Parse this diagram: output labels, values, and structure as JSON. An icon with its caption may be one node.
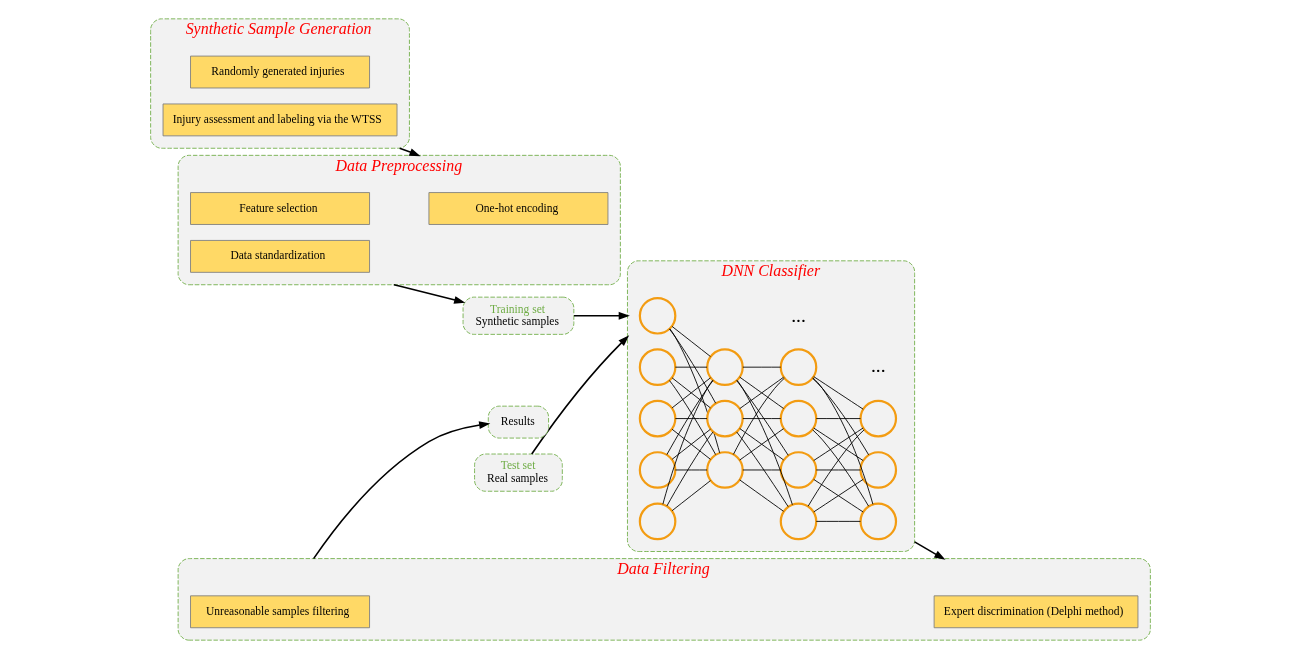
{
  "diagram": {
    "nodes": [
      {
        "text": [
          "Synthetic Sample Generation"
        ]
      },
      {
        "text": [
          "Randomly generated injuries"
        ],
        "in": 0
      },
      {
        "text": [
          "Injury assessment and labeling via the WTSS"
        ],
        "in": 0
      },
      {
        "text": [
          "Data Preprocessing"
        ]
      },
      {
        "text": [
          "One-hot encoding"
        ],
        "in": 3
      },
      {
        "text": [
          "Feature selection"
        ],
        "in": 3
      },
      {
        "text": [
          "Data standardization"
        ],
        "in": 3
      },
      {
        "text": [
          "Test set",
          "Real samples"
        ]
      },
      {
        "text": [
          "Training set",
          "Synthetic samples"
        ]
      },
      {
        "text": [
          "DNN Classifier"
        ]
      },
      {
        "text": [],
        "shape": "circle",
        "in": 9
      },
      {
        "text": [],
        "shape": "circle",
        "in": 9
      },
      {
        "text": [],
        "shape": "circle",
        "in": 9
      },
      {
        "text": [],
        "shape": "circle",
        "in": 9
      },
      {
        "text": [],
        "shape": "circle",
        "in": 9
      },
      {
        "text": [],
        "shape": "circle",
        "in": 9
      },
      {
        "text": [],
        "shape": "circle",
        "in": 9
      },
      {
        "text": [],
        "shape": "circle",
        "in": 9
      },
      {
        "text": [],
        "shape": "circle",
        "in": 9
      },
      {
        "text": [],
        "shape": "circle",
        "in": 9
      },
      {
        "text": [],
        "shape": "circle",
        "in": 9
      },
      {
        "text": [],
        "shape": "circle",
        "in": 9
      },
      {
        "text": [],
        "shape": "circle",
        "in": 9
      },
      {
        "text": [],
        "shape": "circle",
        "in": 9
      },
      {
        "text": [],
        "shape": "circle",
        "in": 9
      },
      {
        "text": [
          "Data Filtering"
        ]
      },
      {
        "text": [
          "Expert discrimination (Delphi method)"
        ],
        "in": 25
      },
      {
        "text": [
          "Unreasonable samples filtering"
        ],
        "in": 25
      },
      {
        "text": [
          "Results"
        ]
      }
    ],
    "edges": [
      {
        "from": 0,
        "to": 3,
        "arrow": "to"
      },
      {
        "from": 3,
        "to": 8,
        "arrow": "to"
      },
      {
        "from": 7,
        "to": 9,
        "arrow": "to"
      },
      {
        "from": 8,
        "to": 9,
        "arrow": "to"
      },
      {
        "from": 9,
        "to": 25,
        "arrow": "to"
      },
      {
        "from": 25,
        "to": 28,
        "arrow": "to"
      },
      {
        "from": 10,
        "to": 15,
        "arrow": "none"
      },
      {
        "from": 10,
        "to": 16,
        "arrow": "none"
      },
      {
        "from": 10,
        "to": 17,
        "arrow": "none"
      },
      {
        "from": 11,
        "to": 15,
        "arrow": "none"
      },
      {
        "from": 11,
        "to": 16,
        "arrow": "none"
      },
      {
        "from": 11,
        "to": 17,
        "arrow": "none"
      },
      {
        "from": 12,
        "to": 15,
        "arrow": "none"
      },
      {
        "from": 12,
        "to": 16,
        "arrow": "none"
      },
      {
        "from": 12,
        "to": 17,
        "arrow": "none"
      },
      {
        "from": 13,
        "to": 15,
        "arrow": "none"
      },
      {
        "from": 13,
        "to": 16,
        "arrow": "none"
      },
      {
        "from": 13,
        "to": 17,
        "arrow": "none"
      },
      {
        "from": 14,
        "to": 15,
        "arrow": "none"
      },
      {
        "from": 14,
        "to": 16,
        "arrow": "none"
      },
      {
        "from": 14,
        "to": 17,
        "arrow": "none"
      },
      {
        "from": 15,
        "to": 18,
        "arrow": "none"
      },
      {
        "from": 15,
        "to": 19,
        "arrow": "none"
      },
      {
        "from": 15,
        "to": 20,
        "arrow": "none"
      },
      {
        "from": 15,
        "to": 21,
        "arrow": "none"
      },
      {
        "from": 16,
        "to": 18,
        "arrow": "none"
      },
      {
        "from": 16,
        "to": 19,
        "arrow": "none"
      },
      {
        "from": 16,
        "to": 20,
        "arrow": "none"
      },
      {
        "from": 16,
        "to": 21,
        "arrow": "none"
      },
      {
        "from": 17,
        "to": 18,
        "arrow": "none"
      },
      {
        "from": 17,
        "to": 19,
        "arrow": "none"
      },
      {
        "from": 17,
        "to": 20,
        "arrow": "none"
      },
      {
        "from": 17,
        "to": 21,
        "arrow": "none"
      },
      {
        "from": 18,
        "to": 22,
        "arrow": "none"
      },
      {
        "from": 18,
        "to": 23,
        "arrow": "none"
      },
      {
        "from": 18,
        "to": 24,
        "arrow": "none"
      },
      {
        "from": 19,
        "to": 22,
        "arrow": "none"
      },
      {
        "from": 19,
        "to": 23,
        "arrow": "none"
      },
      {
        "from": 19,
        "to": 24,
        "arrow": "none"
      },
      {
        "from": 20,
        "to": 22,
        "arrow": "none"
      },
      {
        "from": 20,
        "to": 23,
        "arrow": "none"
      },
      {
        "from": 20,
        "to": 24,
        "arrow": "none"
      },
      {
        "from": 21,
        "to": 22,
        "arrow": "none"
      },
      {
        "from": 21,
        "to": 23,
        "arrow": "none"
      },
      {
        "from": 21,
        "to": 24,
        "arrow": "none"
      }
    ],
    "labels": [
      "...",
      "..."
    ]
  }
}
